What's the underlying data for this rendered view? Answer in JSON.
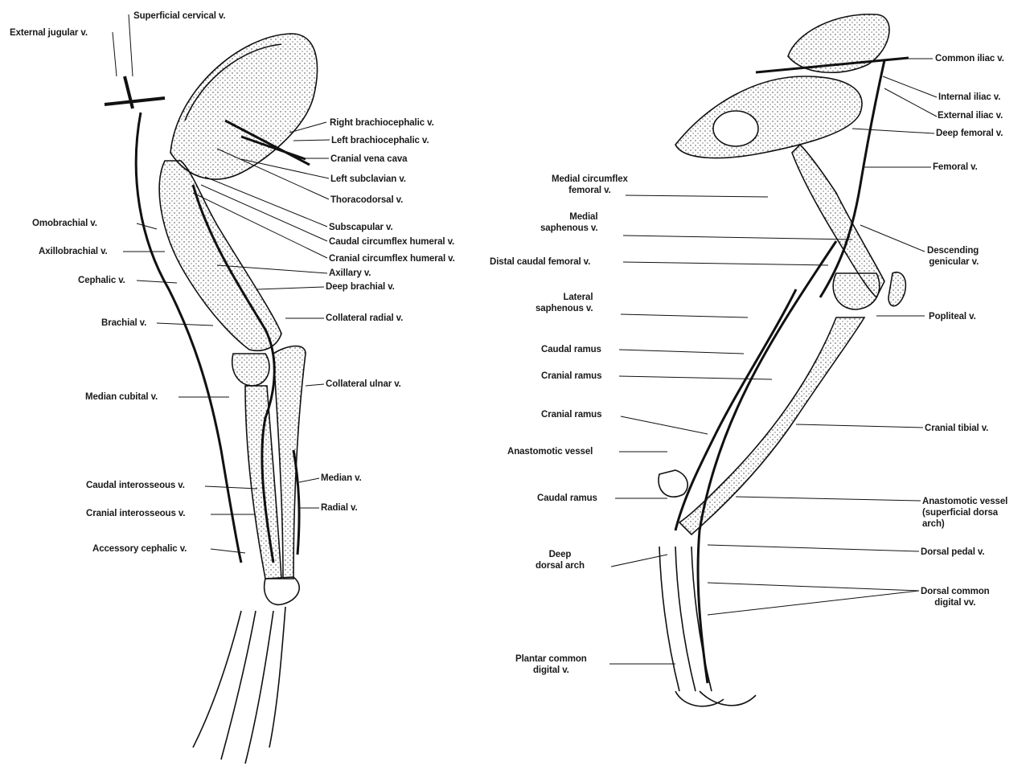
{
  "forelimb": {
    "external_jugular": "External jugular v.",
    "superficial_cervical": "Superficial cervical v.",
    "right_brachiocephalic": "Right brachiocephalic v.",
    "left_brachiocephalic": "Left brachiocephalic v.",
    "cranial_vena_cava": "Cranial vena cava",
    "left_subclavian": "Left subclavian v.",
    "thoracodorsal": "Thoracodorsal v.",
    "subscapular": "Subscapular v.",
    "caudal_circumflex_humeral": "Caudal circumflex humeral v.",
    "cranial_circumflex_humeral": "Cranial circumflex humeral v.",
    "axillary": "Axillary v.",
    "deep_brachial": "Deep brachial v.",
    "collateral_radial": "Collateral radial v.",
    "collateral_ulnar": "Collateral ulnar v.",
    "median": "Median v.",
    "radial": "Radial v.",
    "omobrachial": "Omobrachial v.",
    "axillobrachial": "Axillobrachial v.",
    "cephalic": "Cephalic v.",
    "brachial": "Brachial v.",
    "median_cubital": "Median cubital v.",
    "caudal_interosseous": "Caudal interosseous v.",
    "cranial_interosseous": "Cranial interosseous v.",
    "accessory_cephalic": "Accessory cephalic v."
  },
  "hindlimb": {
    "common_iliac": "Common iliac v.",
    "internal_iliac": "Internal iliac v.",
    "external_iliac": "External iliac v.",
    "deep_femoral": "Deep femoral v.",
    "femoral": "Femoral v.",
    "medial_circumflex_femoral": "Medial circumflex\nfemoral v.",
    "medial_saphenous": "Medial\nsaphenous v.",
    "distal_caudal_femoral": "Distal caudal femoral v.",
    "descending_genicular": "Descending\ngenicular v.",
    "lateral_saphenous": "Lateral\nsaphenous v.",
    "popliteal": "Popliteal v.",
    "caudal_ramus_1": "Caudal ramus",
    "cranial_ramus_1": "Cranial ramus",
    "cranial_ramus_2": "Cranial ramus",
    "cranial_tibial": "Cranial tibial v.",
    "anastomotic_vessel": "Anastomotic vessel",
    "caudal_ramus_2": "Caudal ramus",
    "anastomotic_vessel_superficial": "Anastomotic vessel\n(superficial dorsa\narch)",
    "deep_dorsal_arch": "Deep\ndorsal arch",
    "dorsal_pedal": "Dorsal pedal v.",
    "dorsal_common_digital": "Dorsal common\ndigital vv.",
    "plantar_common_digital": "Plantar common\ndigital v."
  }
}
